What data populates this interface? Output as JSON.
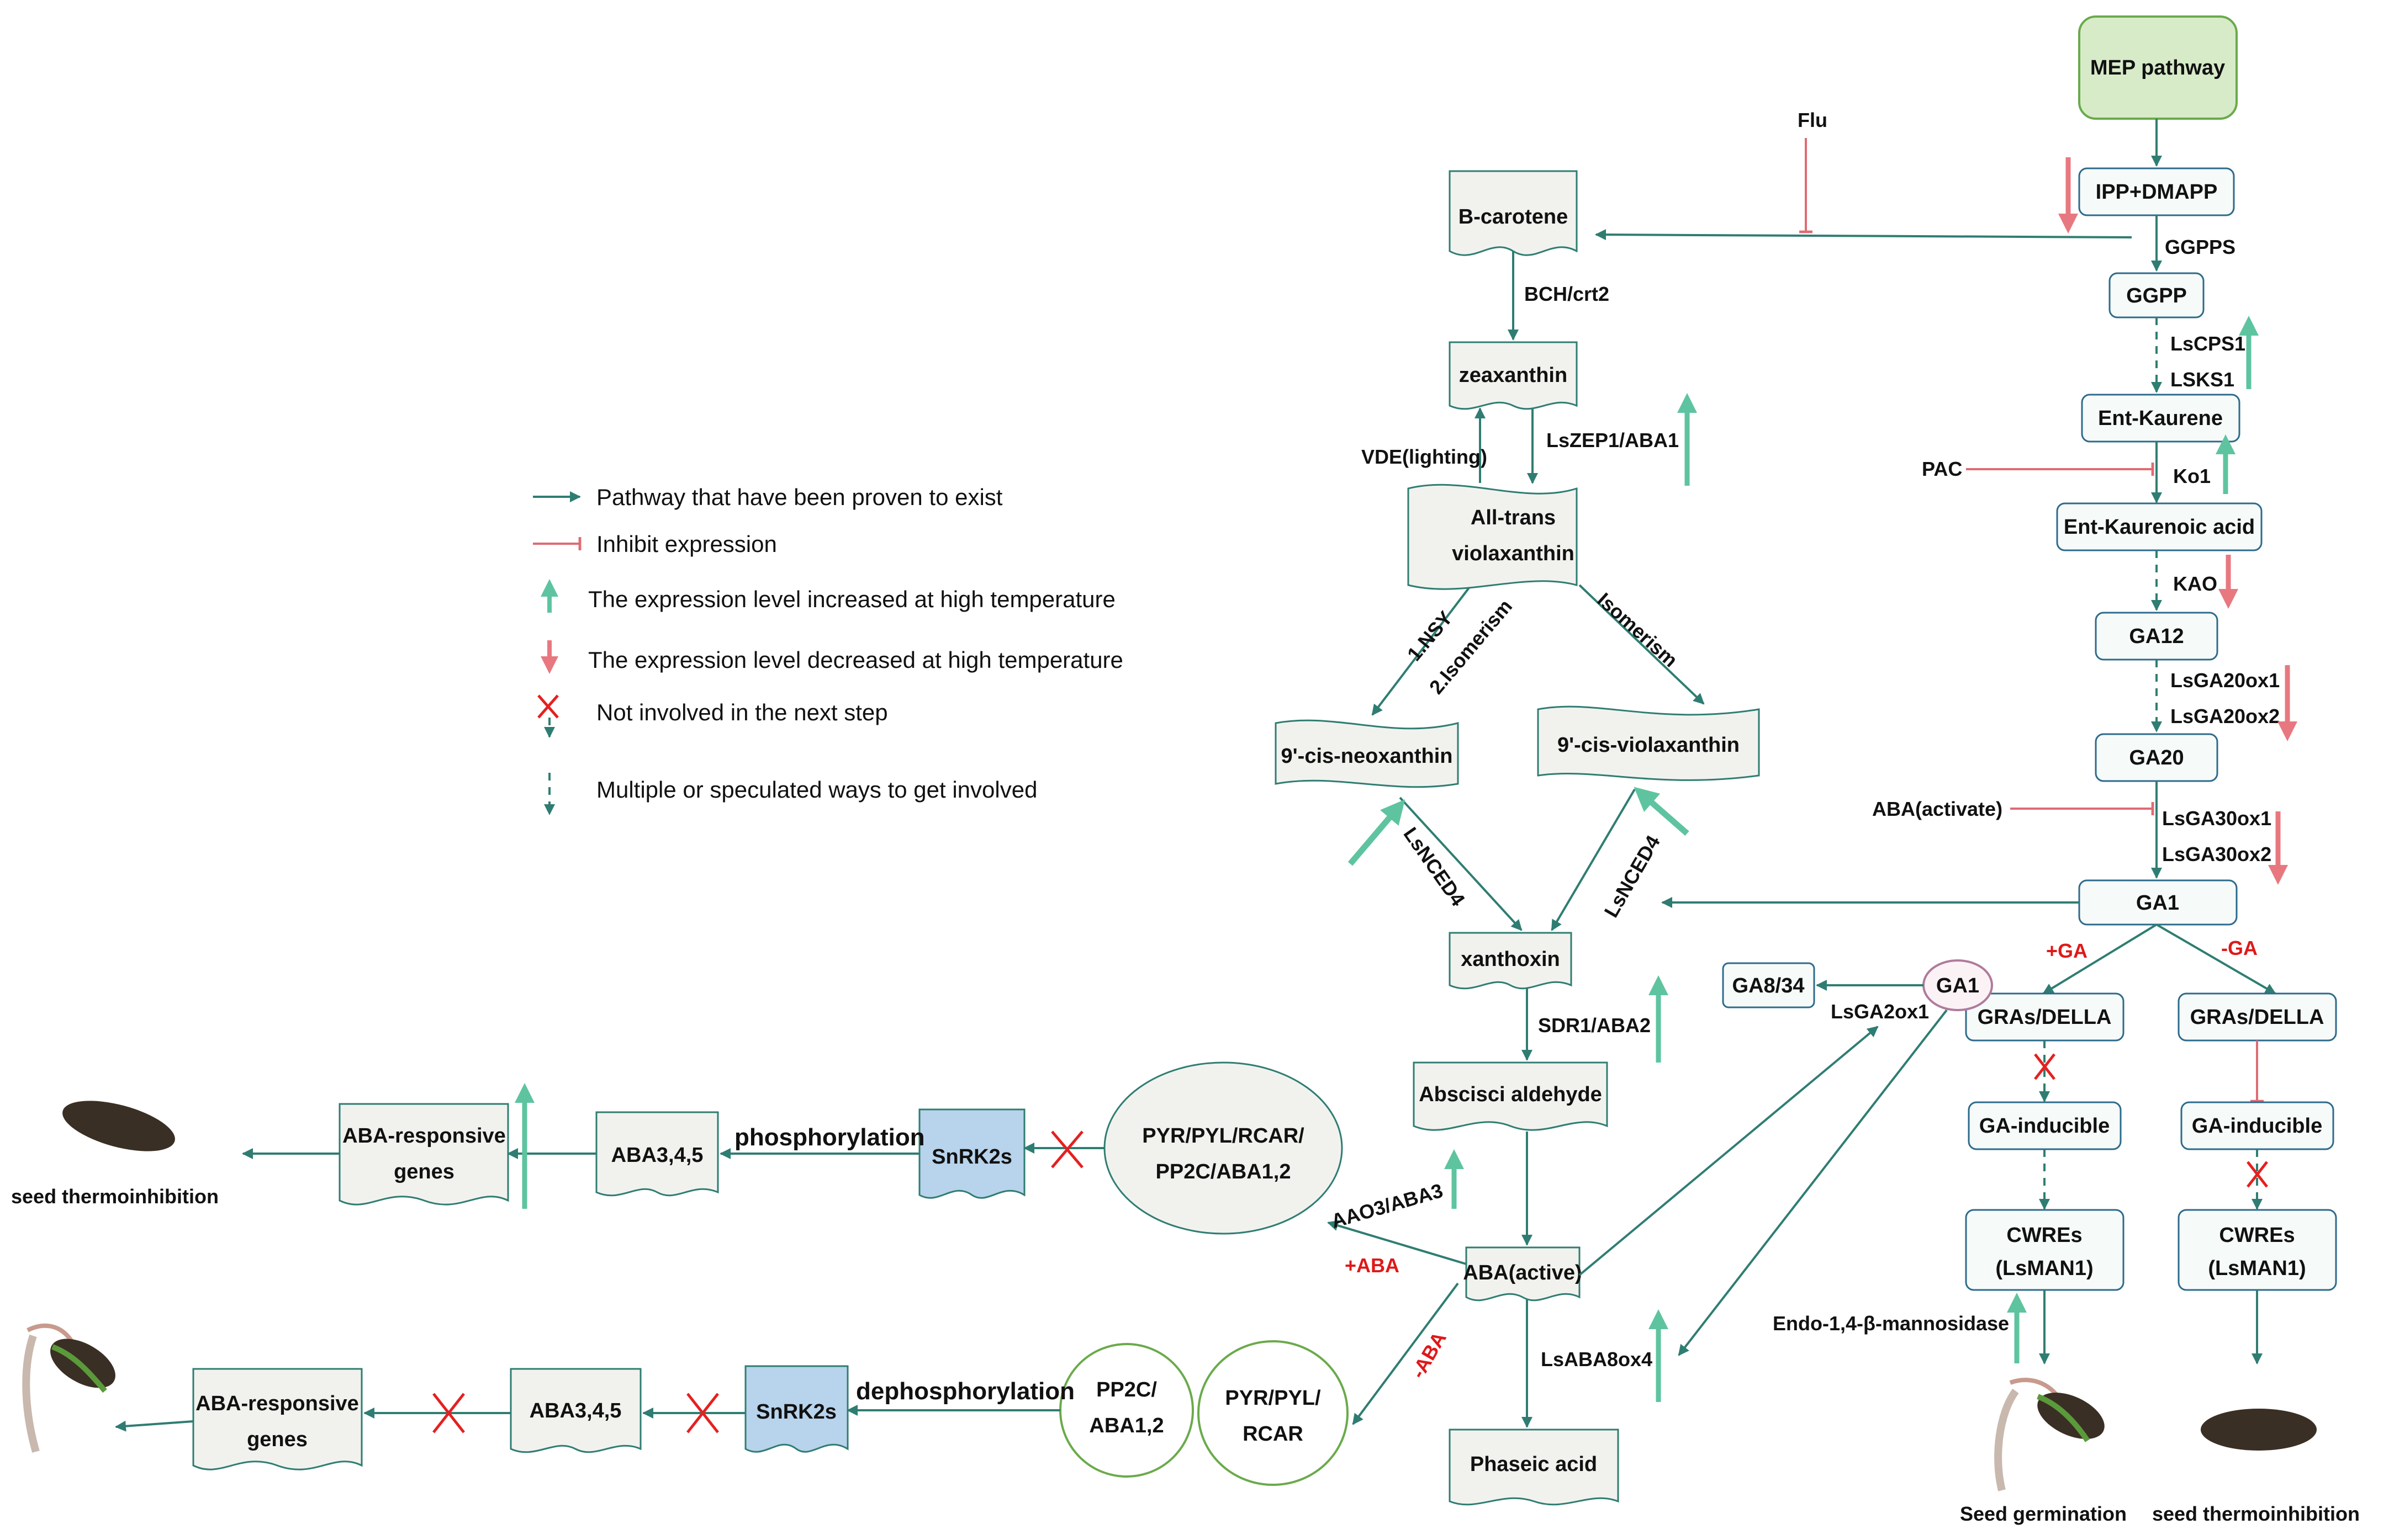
{
  "nodes": {
    "mep": "MEP pathway",
    "ipp": "IPP+DMAPP",
    "ggpp": "GGPP",
    "ent_kaurene": "Ent-Kaurene",
    "ent_kaurenoic": "Ent-Kaurenoic acid",
    "ga12": "GA12",
    "ga20": "GA20",
    "ga1": "GA1",
    "ga1_circle": "GA1",
    "ga8_34": "GA8/34",
    "gras_plus": "GRAs/DELLA",
    "gras_minus": "GRAs/DELLA",
    "ga_inducible_1": "GA-inducible",
    "ga_inducible_2": "GA-inducible",
    "cwres_1_line1": "CWREs",
    "cwres_1_line2": "(LsMAN1)",
    "cwres_2_line1": "CWREs",
    "cwres_2_line2": "(LsMAN1)",
    "b_carotene": "B-carotene",
    "zeaxanthin": "zeaxanthin",
    "all_trans_line1": "All-trans",
    "all_trans_line2": "violaxanthin",
    "neoxanthin": "9'-cis-neoxanthin",
    "violaxanthin": "9'-cis-violaxanthin",
    "xanthoxin": "xanthoxin",
    "abscisic_aldehyde": "Abscisci aldehyde",
    "aba_active": "ABA(active)",
    "phaseic_acid": "Phaseic acid",
    "receptor_top_line1": "PYR/PYL/RCAR/",
    "receptor_top_line2": "PP2C/ABA1,2",
    "snrk2s_top": "SnRK2s",
    "aba345_top": "ABA3,4,5",
    "aba_resp_top_line1": "ABA-responsive",
    "aba_resp_top_line2": "genes",
    "pp2c_line1": "PP2C/",
    "pp2c_line2": "ABA1,2",
    "pyr_line1": "PYR/PYL/",
    "pyr_line2": "RCAR",
    "snrk2s_bottom": "SnRK2s",
    "aba345_bottom": "ABA3,4,5",
    "aba_resp_bottom_line1": "ABA-responsive",
    "aba_resp_bottom_line2": "genes"
  },
  "labels": {
    "flu": "Flu",
    "pac": "PAC",
    "aba_activate": "ABA(activate)",
    "ggpps": "GGPPS",
    "lscps1": "LsCPS1",
    "lsks1": "LSKS1",
    "ko1": "Ko1",
    "kao": "KAO",
    "lsga20ox1": "LsGA20ox1",
    "lsga20ox2": "LsGA20ox2",
    "lsga3ox1": "LsGA30ox1",
    "lsga3ox2": "LsGA30ox2",
    "lsga2ox1": "LsGA2ox1",
    "plus_ga": "+GA",
    "minus_ga": "-GA",
    "bch": "BCH/crt2",
    "vde": "VDE(lighting)",
    "lszep1": "LsZEP1/ABA1",
    "nsy": "1.NSY",
    "isomerism2": "2.Isomerism",
    "isomerism": "Isomerism",
    "lsnced4_left": "LsNCED4",
    "lsnced4_right": "LsNCED4",
    "sdr1": "SDR1/ABA2",
    "aao3": "AAO3/ABA3",
    "plus_aba": "+ABA",
    "minus_aba": "-ABA",
    "lsaba8ox4": "LsABA8ox4",
    "phosphorylation": "phosphorylation",
    "dephosphorylation": "dephosphorylation",
    "endo_mannosidase": "Endo-1,4-β-mannosidase",
    "seed_thermo_left": "seed thermoinhibition",
    "seed_germination": "Seed germination",
    "seed_thermo_right": "seed thermoinhibition"
  },
  "legend": [
    {
      "symbol": "arrow-teal",
      "text": "Pathway that have been proven to exist"
    },
    {
      "symbol": "inhibit-red",
      "text": "Inhibit expression"
    },
    {
      "symbol": "up-arrow-green",
      "text": "The expression level increased at high temperature"
    },
    {
      "symbol": "down-arrow-red",
      "text": "The expression level decreased at high temperature"
    },
    {
      "symbol": "x-mark",
      "text": "Not involved in the next step"
    },
    {
      "symbol": "dashed-arrow",
      "text": "Multiple or speculated ways to get involved"
    }
  ],
  "colors": {
    "pathway": "#2f7d72",
    "inhibit": "#e06a72",
    "increase": "#5ec4a0",
    "decrease": "#e87880",
    "x_mark": "#e52020",
    "mep_fill": "#d7ebc9",
    "snrk_fill": "#b8d3ec",
    "red_text": "#e01818"
  }
}
